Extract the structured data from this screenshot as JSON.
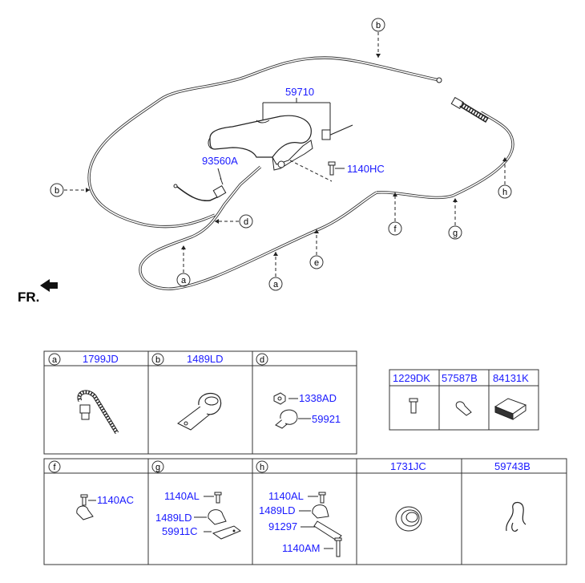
{
  "main": {
    "front_label": "FR.",
    "parts": {
      "lever": "59710",
      "switch": "93560A",
      "bolt": "1140HC"
    },
    "circles": {
      "b_top": "b",
      "b_left": "b",
      "d": "d",
      "a_left": "a",
      "a_mid": "a",
      "e": "e",
      "f": "f",
      "g": "g",
      "h": "h"
    }
  },
  "cells": {
    "a": {
      "letter": "a",
      "part": "1799JD"
    },
    "b": {
      "letter": "b",
      "part": "1489LD"
    },
    "d": {
      "letter": "d",
      "parts": [
        "1338AD",
        "59921"
      ]
    },
    "f": {
      "letter": "f",
      "parts": [
        "1140AC"
      ]
    },
    "g": {
      "letter": "g",
      "parts": [
        "1140AL",
        "1489LD",
        "59911C"
      ]
    },
    "h": {
      "letter": "h",
      "parts": [
        "1140AL",
        "1489LD",
        "91297",
        "1140AM"
      ]
    },
    "grommet": {
      "part": "1731JC"
    },
    "clip": {
      "part": "59743B"
    }
  },
  "small_table": {
    "headers": [
      "1229DK",
      "57587B",
      "84131K"
    ]
  }
}
